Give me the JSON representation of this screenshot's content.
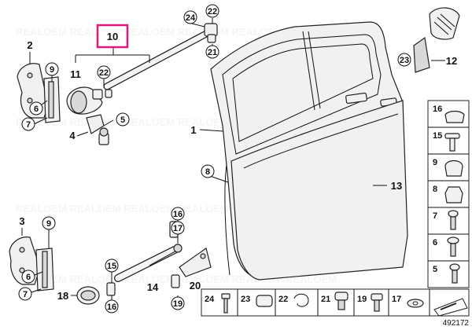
{
  "diagram": {
    "callouts": {
      "c1": "1",
      "c2": "2",
      "c3": "3",
      "c4": "4",
      "c5": "5",
      "c6a": "6",
      "c6b": "6",
      "c7a": "7",
      "c7b": "7",
      "c8": "8",
      "c9a": "9",
      "c9b": "9",
      "c10": "10",
      "c11": "11",
      "c12": "12",
      "c13": "13",
      "c14": "14",
      "c15": "15",
      "c16a": "16",
      "c16b": "16",
      "c17": "17",
      "c18": "18",
      "c19": "19",
      "c20": "20",
      "c21": "21",
      "c22a": "22",
      "c22b": "22",
      "c23": "23",
      "c24": "24"
    },
    "legend": {
      "right": [
        "16",
        "15",
        "9",
        "8",
        "7",
        "6",
        "5"
      ],
      "bottom": [
        "24",
        "23",
        "22",
        "21",
        "19",
        "17"
      ]
    },
    "diagram_number": "492172",
    "highlight_color": "#e0197d"
  }
}
